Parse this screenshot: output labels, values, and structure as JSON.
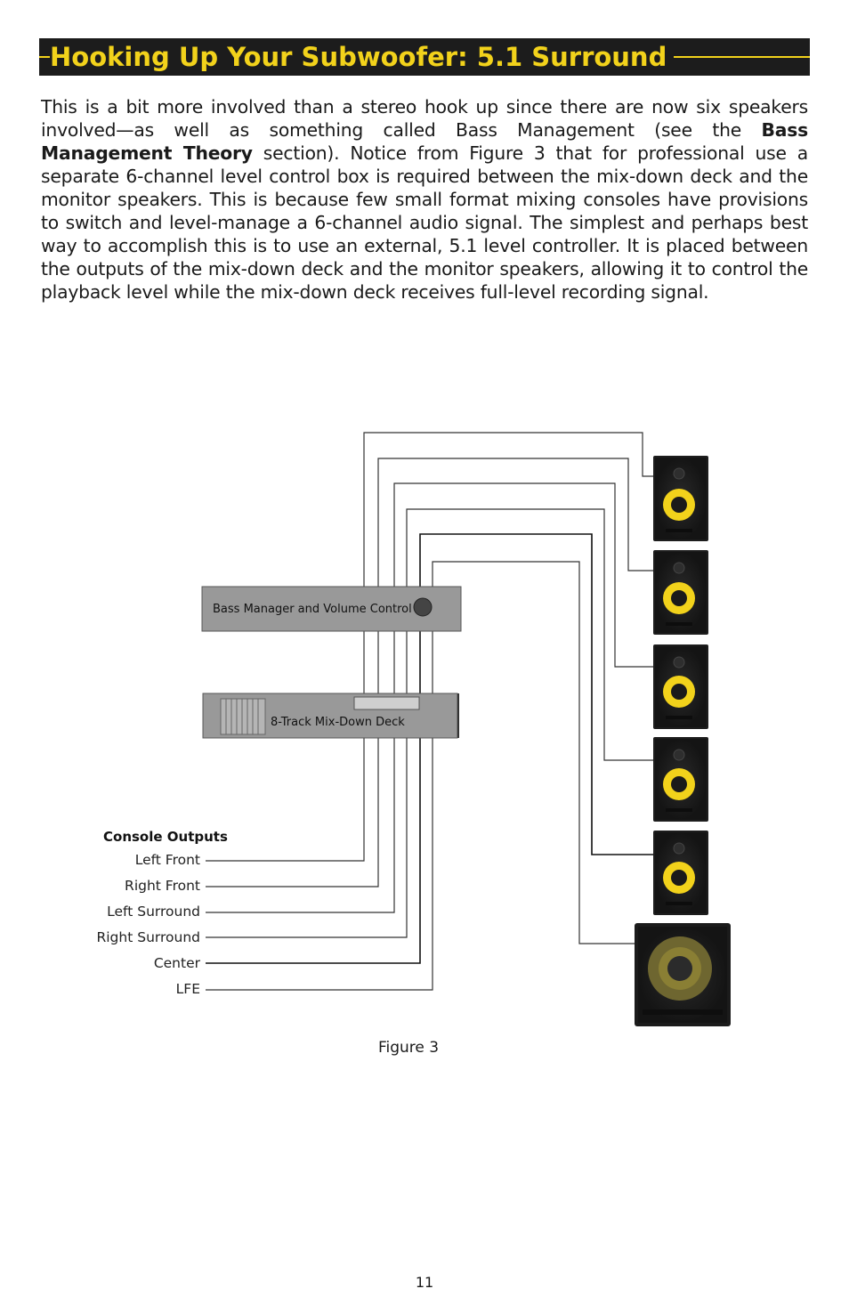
{
  "header": {
    "title": "Hooking Up Your Subwoofer: 5.1 Surround"
  },
  "body": {
    "paragraph_part1": "This is a bit more involved than a stereo hook up since there are now six speakers involved—as well as something called Bass Management (see the ",
    "bold_ref": "Bass Management Theory",
    "paragraph_part2": " section). Notice from Figure 3 that for professional use a separate 6-channel level control box is required between the mix-down deck and the monitor speakers. This is because few small format mixing consoles have provisions to switch and level-manage a 6-channel audio signal. The simplest and perhaps best way to accomplish this is to use an external, 5.1 level controller. It is placed between the outputs of the mix-down deck and the monitor speakers, allowing it to control the playback level while the mix-down deck receives full-level recording signal."
  },
  "figure": {
    "bass_manager_label": "Bass Manager and Volume Control",
    "deck_label": "8-Track Mix-Down Deck",
    "console_outputs_heading": "Console Outputs",
    "outputs": [
      "Left Front",
      "Right Front",
      "Left Surround",
      "Right Surround",
      "Center",
      "LFE"
    ],
    "caption": "Figure 3",
    "colors": {
      "speaker_cone": "#f2d21b",
      "speaker_body": "#1d1d1d",
      "box_fill": "#999999"
    }
  },
  "footer": {
    "page_number": "11"
  }
}
